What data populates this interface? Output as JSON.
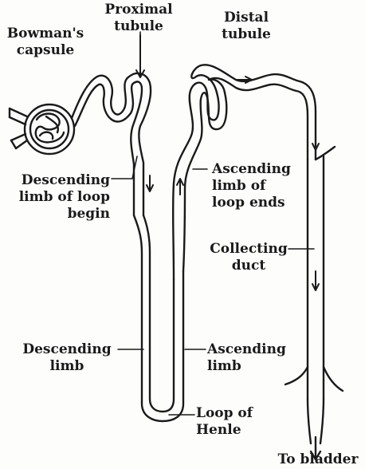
{
  "labels": {
    "bowman_1": "Bowman's",
    "bowman_2": "capsule",
    "proximal_1": "Proximal",
    "proximal_2": "tubule",
    "distal_1": "Distal",
    "distal_2": "tubule",
    "desc_begin_1": "Descending",
    "desc_begin_2": "limb of loop",
    "desc_begin_3": "begin",
    "asc_ends_1": "Ascending",
    "asc_ends_2": "limb of",
    "asc_ends_3": "loop ends",
    "collecting_1": "Collecting",
    "collecting_2": "duct",
    "desc_limb_1": "Descending",
    "desc_limb_2": "limb",
    "asc_limb_1": "Ascending",
    "asc_limb_2": "limb",
    "henle_1": "Loop of",
    "henle_2": "Henle",
    "bladder": "To bladder"
  },
  "colors": {
    "ink": "#1a1a1a",
    "background": "#fdfdfb"
  }
}
